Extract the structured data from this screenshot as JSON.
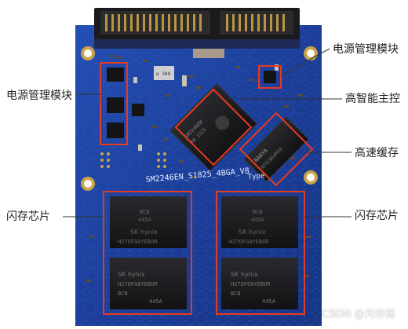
{
  "labels": {
    "power_left": "电源管理模块",
    "power_right": "电源管理模块",
    "controller": "高智能主控",
    "cache": "高速缓存",
    "flash_left": "闪存芯片",
    "flash_right": "闪存芯片"
  },
  "board": {
    "silkscreen": "SM2246EN_S1825_4BGA_V8",
    "type_text": "Type"
  },
  "chips": {
    "flash_brand": "SK hynix",
    "flash_part": "H27QFG0YEBOR",
    "flash_code_a": "BCB",
    "flash_code_b": "445A"
  },
  "watermark": "CSDN @元存储",
  "colors": {
    "pcb": "#1d3f9a",
    "pcb_dark": "#132c73",
    "annotation_box": "#e83a1e",
    "gold": "#caa24a"
  }
}
